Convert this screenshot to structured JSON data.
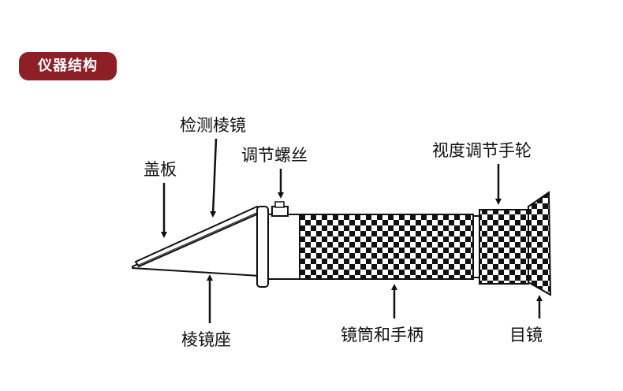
{
  "section_title": "仪器结构",
  "labels": {
    "prism_check": "检测棱镜",
    "cover": "盖板",
    "adjust_screw": "调节螺丝",
    "diopter_wheel": "视度调节手轮",
    "prism_seat": "棱镜座",
    "barrel_handle": "镜筒和手柄",
    "eyepiece": "目镜"
  },
  "colors": {
    "accent": "#8e1f27",
    "ink": "#111111"
  }
}
